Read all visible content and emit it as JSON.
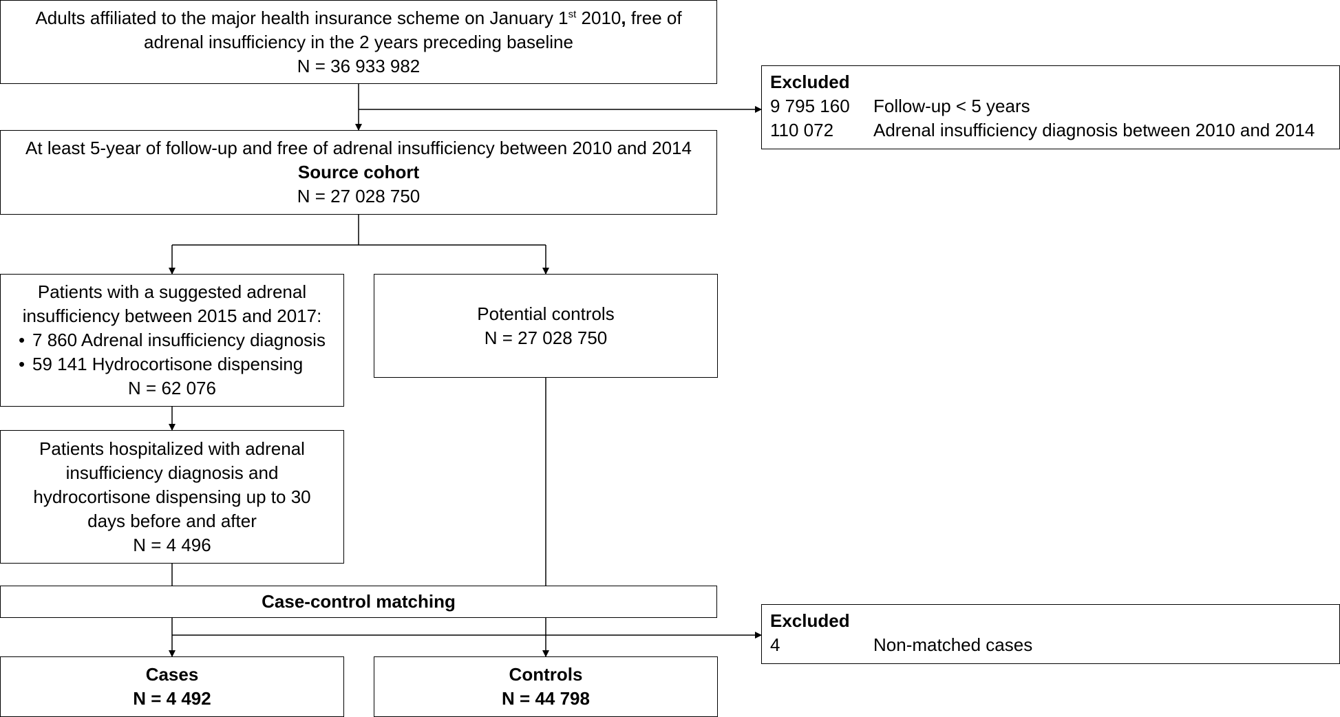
{
  "boxes": {
    "adults": {
      "line1_pre": "Adults affiliated to the major health insurance scheme on January 1",
      "line1_sup": "st",
      "line1_post": " 2010",
      "line1_comma": ",",
      "line1_end": " free of",
      "line2": "adrenal insufficiency in the 2 years preceding baseline",
      "n": "N = 36 933 982"
    },
    "source": {
      "line1": "At least 5-year of follow-up and free of adrenal insufficiency between 2010 and 2014",
      "title": "Source cohort",
      "n": "N = 27 028 750"
    },
    "suggested": {
      "line1": "Patients with a suggested adrenal",
      "line2": "insufficiency between 2015 and 2017:",
      "bullets": [
        "7 860 Adrenal insufficiency diagnosis",
        "59 141 Hydrocortisone dispensing"
      ],
      "n": "N = 62 076"
    },
    "potential_controls": {
      "title": "Potential controls",
      "n": "N = 27 028 750"
    },
    "hospitalized": {
      "line1": "Patients hospitalized with adrenal",
      "line2": "insufficiency diagnosis and",
      "line3": "hydrocortisone dispensing up to 30",
      "line4": "days before and after",
      "n": "N = 4 496"
    },
    "matching": {
      "title": "Case-control matching"
    },
    "cases": {
      "title": "Cases",
      "n": "N = 4 492"
    },
    "controls": {
      "title": "Controls",
      "n": "N = 44 798"
    }
  },
  "exclusions": {
    "first": {
      "title": "Excluded",
      "rows": [
        {
          "count": "9 795 160",
          "reason": "Follow-up < 5 years"
        },
        {
          "count": "110 072",
          "reason": "Adrenal insufficiency diagnosis between 2010 and 2014"
        }
      ]
    },
    "second": {
      "title": "Excluded",
      "rows": [
        {
          "count": "4",
          "reason": "Non-matched cases"
        }
      ]
    }
  }
}
